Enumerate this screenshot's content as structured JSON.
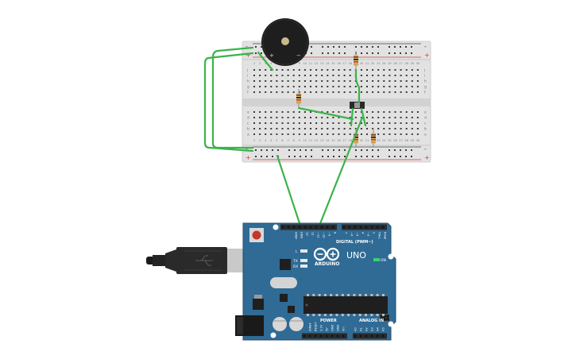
{
  "colors": {
    "breadboard": "#e2e2e2",
    "breadboard_hole": "#3a3a3a",
    "wire": "#3bb34a",
    "arduino_board": "#2f6b95",
    "arduino_dark": "#214f70",
    "header": "#2b2b2b",
    "rail_red": "#d63a3a",
    "rail_black": "#444444",
    "buzzer": "#1e1e1e",
    "buzzer_center": "#c9b98a",
    "resistor_body": "#d9b36b",
    "usb_plug": "#2a2a2a",
    "usb_metal": "#c9c9c9",
    "chip": "#1f1f1f",
    "reset_button": "#c0392b",
    "power_led": "#3bd16f"
  },
  "arduino": {
    "brand": "ARDUINO",
    "model": "UNO",
    "digital_label": "DIGITAL (PWM~)",
    "power_label": "POWER",
    "analog_label": "ANALOG IN",
    "on_label": "ON",
    "led_l": "L",
    "led_tx": "TX",
    "led_rx": "RX",
    "digital_pins": [
      "AREF",
      "GND",
      "13",
      "12",
      "~11",
      "~10",
      "~9",
      "8",
      "7",
      "~6",
      "~5",
      "4",
      "~3",
      "2",
      "TX▸1",
      "RX◂0"
    ],
    "power_pins": [
      "IOREF",
      "RESET",
      "3.3V",
      "5V",
      "GND",
      "GND",
      "Vin"
    ],
    "analog_pins": [
      "A0",
      "A1",
      "A2",
      "A3",
      "A4",
      "A5"
    ]
  },
  "breadboard": {
    "row_letters_top": [
      "j",
      "i",
      "h",
      "g",
      "f"
    ],
    "row_letters_bottom": [
      "e",
      "d",
      "c",
      "b",
      "a"
    ],
    "rail_plus": "+",
    "rail_minus": "-",
    "column_numbers": [
      "1",
      "2",
      "3",
      "4",
      "5",
      "6",
      "7",
      "8",
      "9",
      "10",
      "11",
      "12",
      "13",
      "14",
      "15",
      "16",
      "17",
      "18",
      "19",
      "20",
      "21",
      "22",
      "23",
      "24",
      "25",
      "26",
      "27",
      "28",
      "29",
      "30"
    ]
  },
  "buzzer": {
    "plus": "+",
    "minus": "−"
  }
}
